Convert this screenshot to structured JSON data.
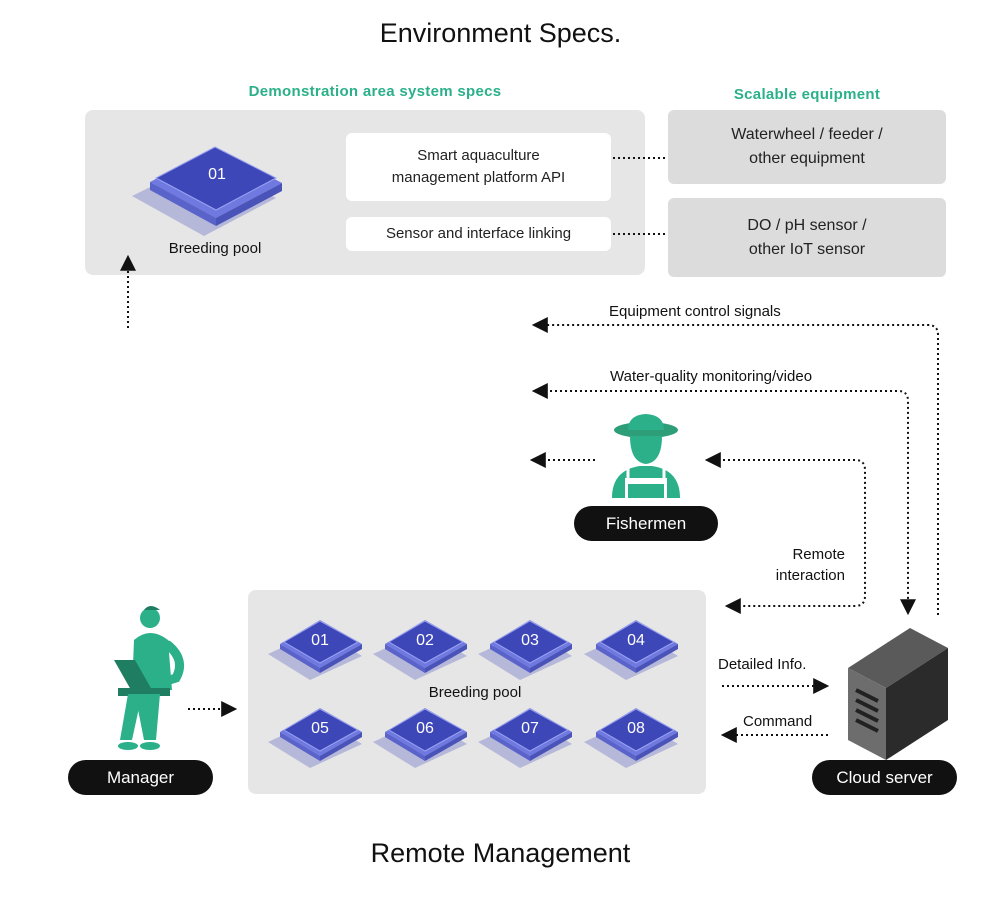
{
  "top_title": "Environment Specs.",
  "bottom_title": "Remote Management",
  "demo_area": {
    "heading": "Demonstration area system specs",
    "pool_number": "01",
    "pool_label": "Breeding pool",
    "api_box": [
      "Smart aquaculture",
      "management platform API"
    ],
    "sensor_link_box": "Sensor and interface linking"
  },
  "scalable": {
    "heading": "Scalable equipment",
    "equipment_box": [
      "Waterwheel / feeder /",
      "other equipment"
    ],
    "sensor_box": [
      "DO / pH sensor /",
      "other IoT sensor"
    ]
  },
  "flows": {
    "equipment_control": "Equipment control signals",
    "water_quality": "Water-quality monitoring/video",
    "remote_interaction": [
      "Remote",
      "interaction"
    ],
    "detailed_info": "Detailed Info.",
    "command": "Command"
  },
  "actors": {
    "fishermen": "Fishermen",
    "manager": "Manager",
    "cloud_server": "Cloud server"
  },
  "pools": {
    "label": "Breeding pool",
    "numbers": [
      "01",
      "02",
      "03",
      "04",
      "05",
      "06",
      "07",
      "08"
    ]
  },
  "colors": {
    "accent_green": "#2bb08a",
    "pool_blue": "#3d47b8",
    "panel_grey": "#e6e6e6"
  }
}
